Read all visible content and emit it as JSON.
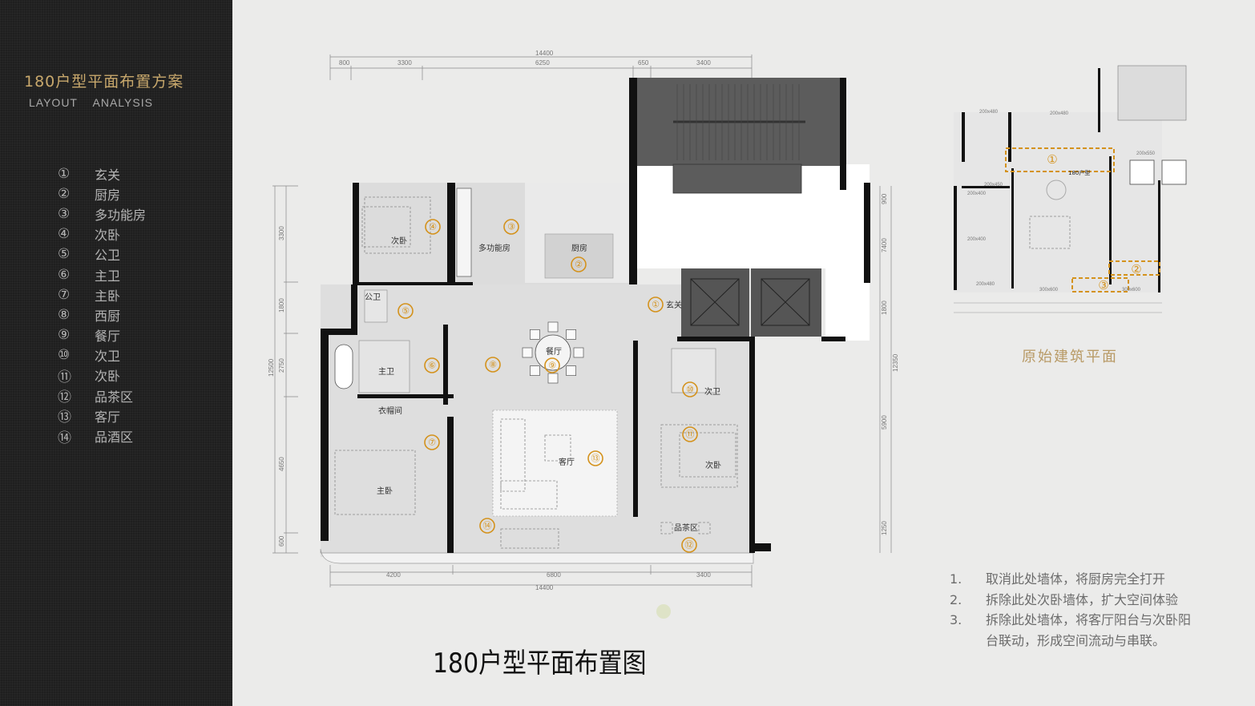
{
  "sidebar": {
    "title": "180户型平面布置方案",
    "subtitle": "LAYOUT    ANALYSIS",
    "legend": [
      {
        "num": "①",
        "label": "玄关"
      },
      {
        "num": "②",
        "label": "厨房"
      },
      {
        "num": "③",
        "label": "多功能房"
      },
      {
        "num": "④",
        "label": "次卧"
      },
      {
        "num": "⑤",
        "label": "公卫"
      },
      {
        "num": "⑥",
        "label": "主卫"
      },
      {
        "num": "⑦",
        "label": "主卧"
      },
      {
        "num": "⑧",
        "label": "西厨"
      },
      {
        "num": "⑨",
        "label": "餐厅"
      },
      {
        "num": "⑩",
        "label": "次卫"
      },
      {
        "num": "⑪",
        "label": "次卧"
      },
      {
        "num": "⑫",
        "label": "品茶区"
      },
      {
        "num": "⑬",
        "label": "客厅"
      },
      {
        "num": "⑭",
        "label": "品酒区"
      }
    ]
  },
  "plan": {
    "title": "180户型平面布置图",
    "dims_top_total": "14400",
    "dims_top": [
      "800",
      "3300",
      "6250",
      "650",
      "3400"
    ],
    "dims_bottom": [
      "4200",
      "6800",
      "3400"
    ],
    "dims_bottom_total": "14400",
    "dims_left": [
      "3300",
      "1800",
      "2750",
      "4650",
      "600"
    ],
    "dims_left_total": "12500",
    "dims_right": [
      "900",
      "7400",
      "1800",
      "5900",
      "1250"
    ],
    "dims_right_total": "12350",
    "rooms": {
      "bedroom4": "次卧",
      "multi": "多功能房",
      "kitchen": "厨房",
      "public_bath": "公卫",
      "master_bath": "主卫",
      "closet": "衣帽间",
      "master_bed": "主卧",
      "dining": "餐厅",
      "living": "客厅",
      "second_bath": "次卫",
      "bedroom11": "次卧",
      "tea": "品茶区",
      "foyer": "玄关"
    },
    "markers": [
      "①",
      "②",
      "③",
      "④",
      "⑤",
      "⑥",
      "⑦",
      "⑧",
      "⑨",
      "⑩",
      "⑪",
      "⑫",
      "⑬",
      "⑭"
    ]
  },
  "original": {
    "caption": "原始建筑平面",
    "label": "180户型",
    "markers": [
      "①",
      "②",
      "③"
    ],
    "dims": [
      "200x480",
      "200x480",
      "200x400",
      "200x450",
      "200x400",
      "200x480",
      "300x600",
      "300x600",
      "200x550"
    ]
  },
  "notes": [
    {
      "num": "1.",
      "text": "取消此处墙体，将厨房完全打开"
    },
    {
      "num": "2.",
      "text": "拆除此处次卧墙体，扩大空间体验"
    },
    {
      "num": "3.",
      "text": "拆除此处墙体，将客厅阳台与次卧阳"
    },
    {
      "num": "",
      "text": "台联动，形成空间流动与串联。"
    }
  ],
  "colors": {
    "accent": "#d4921c",
    "gold": "#c8a86c",
    "panel": "#1f1f1f"
  }
}
